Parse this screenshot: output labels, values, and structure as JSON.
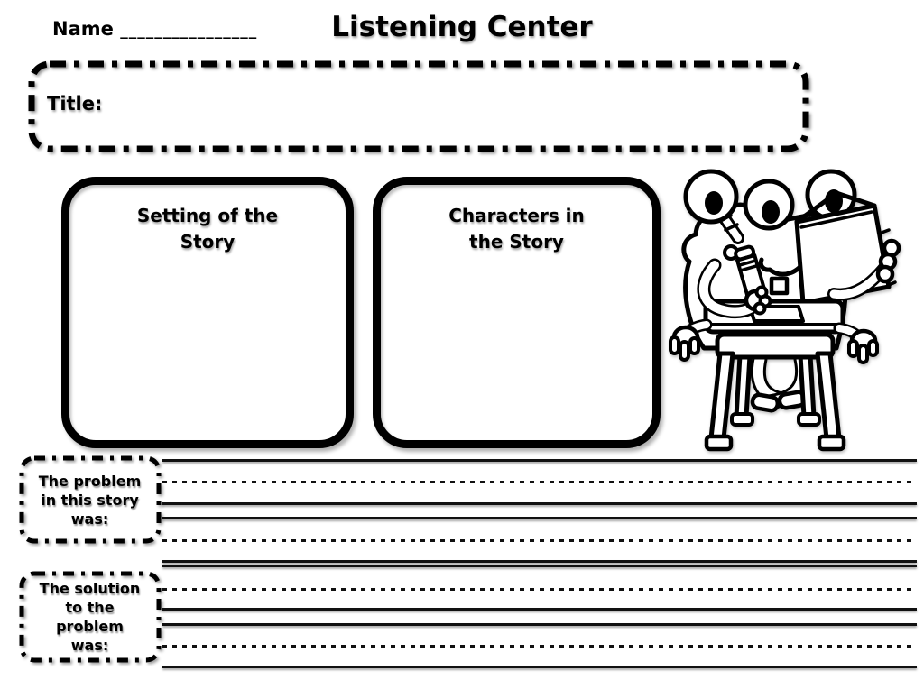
{
  "header": {
    "name_label": "Name",
    "name_blank": "________________",
    "title": "Listening Center"
  },
  "title_box": {
    "label": "Title:"
  },
  "story_boxes": [
    {
      "id": "setting",
      "label": "Setting of the Story"
    },
    {
      "id": "characters",
      "label": "Characters in the Story"
    }
  ],
  "response_sections": [
    {
      "id": "problem",
      "label": "The problem in this story was:"
    },
    {
      "id": "solution",
      "label": "The solution to the problem was:"
    }
  ],
  "illustration": {
    "name": "monster-at-desk",
    "description": "Three-eyed cartoon monster sitting at a school desk, writing with a pencil and holding an open book"
  },
  "writing_lines": {
    "sections": 2,
    "groups_per_section": 2,
    "pattern": [
      "solid",
      "dotted",
      "solid"
    ]
  },
  "colors": {
    "ink": "#000000",
    "paper": "#ffffff"
  }
}
